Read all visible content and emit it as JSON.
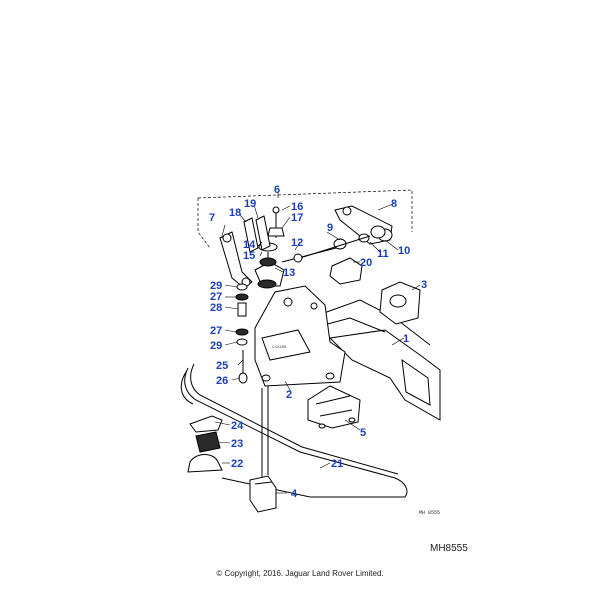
{
  "diagram": {
    "reference_code": "MH8555",
    "small_reference": "MH 8555",
    "bracket_stamp": "C42290",
    "copyright": "© Copyright, 2016. Jaguar Land Rover Limited.",
    "callouts": [
      "1",
      "2",
      "3",
      "4",
      "5",
      "6",
      "7",
      "8",
      "9",
      "10",
      "11",
      "12",
      "13",
      "14",
      "15",
      "16",
      "17",
      "18",
      "19",
      "20",
      "21",
      "22",
      "23",
      "24",
      "25",
      "26",
      "27",
      "27",
      "28",
      "29",
      "29"
    ],
    "accent_color": "#1a3fb8"
  }
}
